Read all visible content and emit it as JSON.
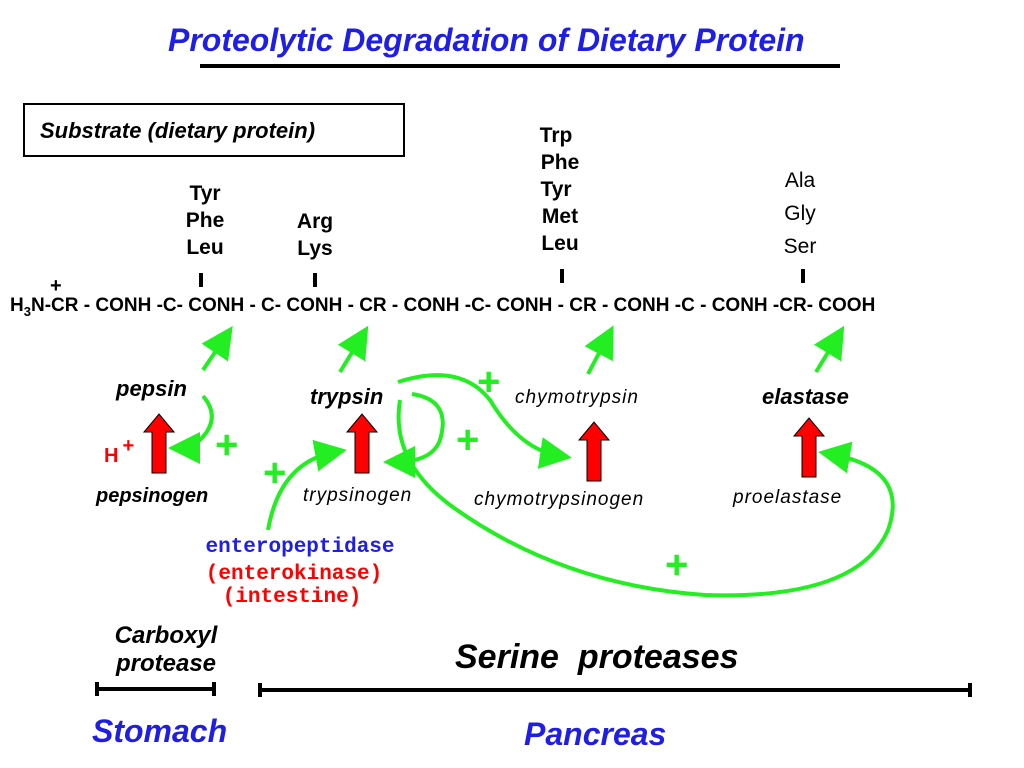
{
  "title": "Proteolytic Degradation of Dietary Protein",
  "substrate_label": "Substrate (dietary protein)",
  "cleavage_sites": [
    {
      "residues": [
        "Tyr",
        "Phe",
        "Leu"
      ]
    },
    {
      "residues": [
        "Arg",
        "Lys"
      ]
    },
    {
      "residues": [
        "Trp",
        "Phe",
        "Tyr",
        "Met",
        "Leu"
      ]
    },
    {
      "residues": [
        "Ala",
        "Gly",
        "Ser"
      ]
    }
  ],
  "peptide_chain": {
    "n_terminus": "H",
    "subscript": "3",
    "charge": "+",
    "sequence": "N-CR - CONH -C- CONH - C- CONH - CR - CONH -C- CONH - CR - CONH -C - CONH -CR- COOH"
  },
  "enzymes": {
    "pepsin": "pepsin",
    "trypsin": "trypsin",
    "chymotrypsin": "chymotrypsin",
    "elastase": "elastase"
  },
  "zymogens": {
    "pepsinogen": "pepsinogen",
    "trypsinogen": "trypsinogen",
    "chymotrypsinogen": "chymotrypsinogen",
    "proelastase": "proelastase"
  },
  "acid_activator": {
    "label": "H",
    "charge": "+"
  },
  "activator": {
    "name": "enteropeptidase",
    "alias": "(enterokinase)",
    "location": "(intestine)"
  },
  "plus_sign": "+",
  "sections": {
    "carboxyl_protease": "Carboxyl protease",
    "serine_proteases": "Serine  proteases",
    "stomach": "Stomach",
    "pancreas": "Pancreas"
  },
  "colors": {
    "title_blue": "#1e1ee6",
    "activation_arrow_green": "#22ee22",
    "zymogen_arrow_red": "#ff0000",
    "enterokinase_red": "#ff0000",
    "enteropeptidase_blue": "#1e1ee6"
  }
}
